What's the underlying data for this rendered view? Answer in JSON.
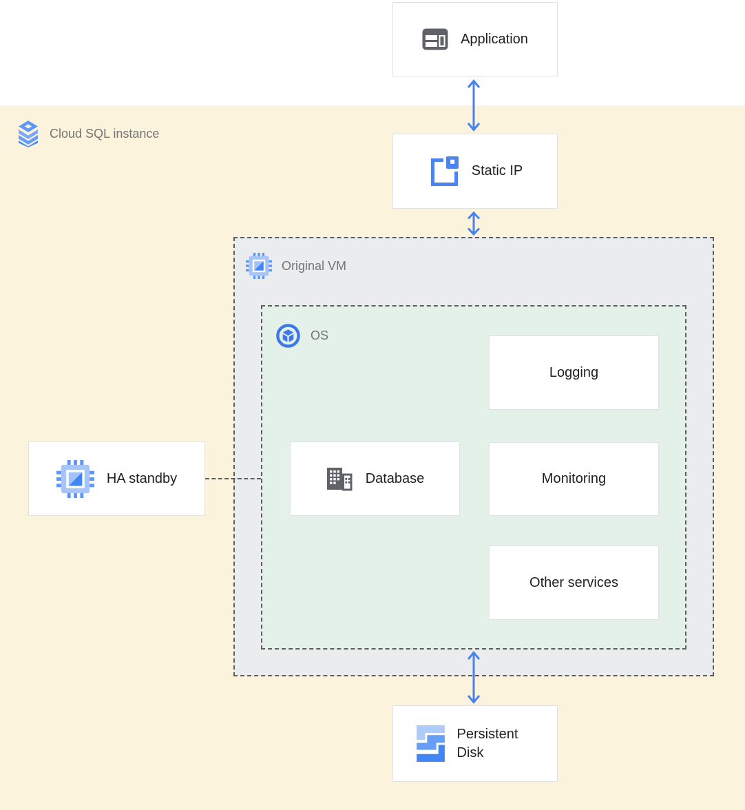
{
  "diagram": {
    "regions": {
      "cloud_sql": {
        "label": "Cloud SQL instance",
        "icon": "cloud-sql-icon",
        "bg": "#FBF3DB"
      },
      "original_vm": {
        "label": "Original VM",
        "icon": "vm-chip-icon",
        "bg": "#EAECEE"
      },
      "os": {
        "label": "OS",
        "icon": "os-icon",
        "bg": "#E3F1E8"
      }
    },
    "nodes": {
      "application": {
        "label": "Application",
        "icon": "app-window-icon"
      },
      "static_ip": {
        "label": "Static IP",
        "icon": "static-ip-icon"
      },
      "ha_standby": {
        "label": "HA standby",
        "icon": "vm-chip-icon"
      },
      "database": {
        "label": "Database",
        "icon": "building-icon"
      },
      "logging": {
        "label": "Logging"
      },
      "monitoring": {
        "label": "Monitoring"
      },
      "other_services": {
        "label": "Other services"
      },
      "persistent_disk": {
        "label": "Persistent Disk",
        "icon": "persistent-disk-icon"
      }
    },
    "edges": [
      {
        "from": "application",
        "to": "static_ip",
        "style": "double-arrow"
      },
      {
        "from": "static_ip",
        "to": "original_vm",
        "style": "double-arrow"
      },
      {
        "from": "os",
        "to": "persistent_disk",
        "style": "double-arrow"
      },
      {
        "from": "ha_standby",
        "to": "original_vm",
        "style": "dashed-line"
      }
    ],
    "colors": {
      "arrow_blue": "#4A82ED",
      "accent_blue": "#4285F4",
      "light_blue": "#A6C5FA",
      "cloud_sql_bg": "#FBF3DB",
      "vm_bg": "#EAECEE",
      "os_bg": "#E3F1E8",
      "node_border": "#DFE1E4",
      "dashed_border": "#5B5D60",
      "node_text": "#202124",
      "region_text": "#757575",
      "icon_gray": "#5F6368"
    }
  }
}
